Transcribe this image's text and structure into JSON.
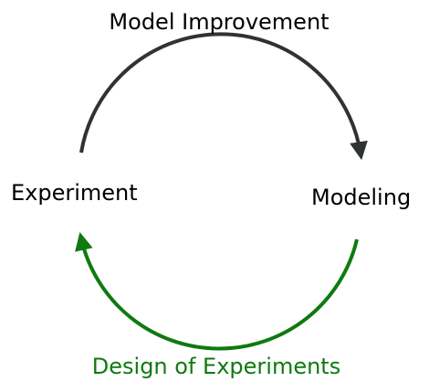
{
  "colors": {
    "background": "#ffffff",
    "top_arc": "#2f3430",
    "bottom_arc": "#0f7a0f",
    "text": "#000000"
  },
  "labels": {
    "top": "Model Improvement",
    "left": "Experiment",
    "right": "Modeling",
    "bottom": "Design of Experiments"
  }
}
